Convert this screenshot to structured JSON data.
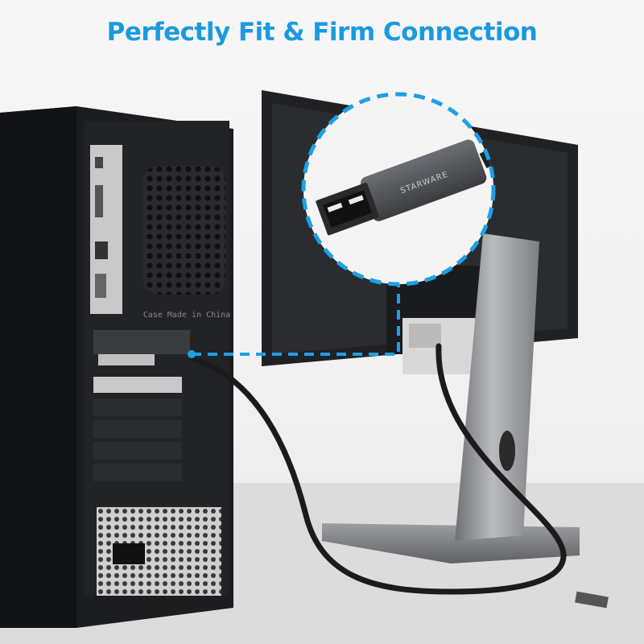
{
  "headline": "Perfectly Fit & Firm Connection",
  "case_label": "Case Made in China",
  "connector_brand": "STARWARE",
  "colors": {
    "headline": "#1a9ae0",
    "callout": "#1ca0e8",
    "case": "#1c1d20",
    "monitor": "#202225",
    "stand": "#8a8c90",
    "connector": "#4a4d52"
  }
}
